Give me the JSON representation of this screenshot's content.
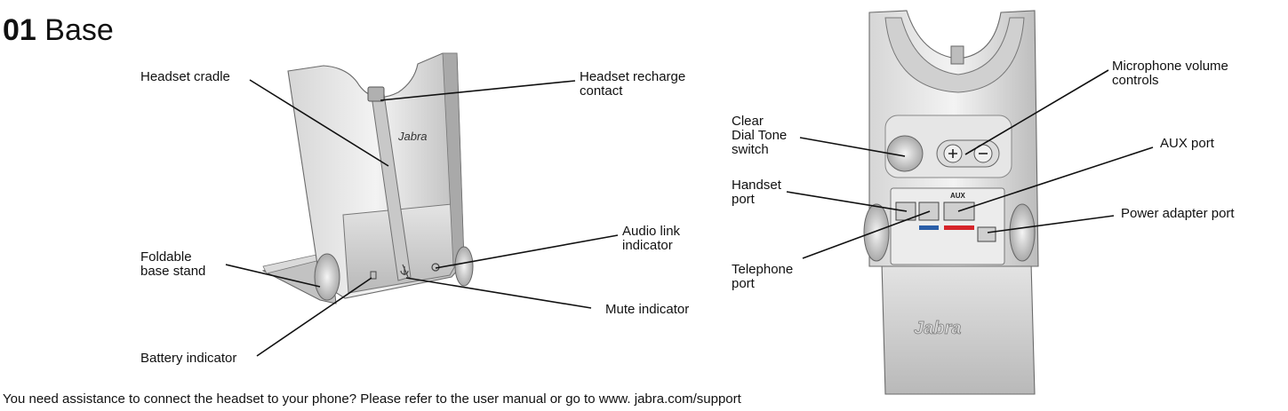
{
  "title": {
    "number": "01",
    "name": "Base"
  },
  "brand_mark": "Jabra",
  "port_labels": {
    "aux": "AUX"
  },
  "labels": {
    "headset_cradle": "Headset cradle",
    "headset_recharge_contact": "Headset recharge\ncontact",
    "foldable_base_stand": "Foldable\nbase stand",
    "audio_link_indicator": "Audio link\nindicator",
    "mute_indicator": "Mute indicator",
    "battery_indicator": "Battery indicator",
    "clear_dial_tone_switch": "Clear\nDial Tone\nswitch",
    "microphone_volume_controls": "Microphone volume\ncontrols",
    "aux_port": "AUX port",
    "handset_port": "Handset\nport",
    "power_adapter_port": "Power adapter port",
    "telephone_port": "Telephone\nport"
  },
  "footer": "You need assistance to connect the headset to your phone? Please refer to the user manual or go to www. jabra.com/support",
  "colors": {
    "line": "#111111",
    "body_light": "#e9e9e9",
    "body_mid": "#cfcfcf",
    "body_dark": "#8f8f8f",
    "blue": "#2a5ea8",
    "red": "#d6242a"
  }
}
